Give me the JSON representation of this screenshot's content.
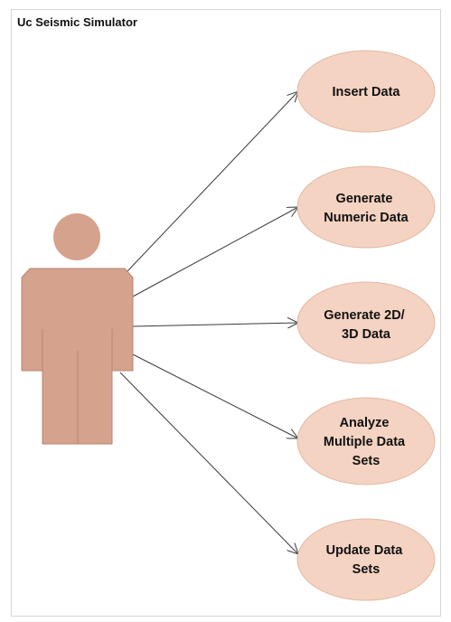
{
  "system_title": "Uc Seismic Simulator",
  "actor": {
    "name": ""
  },
  "use_cases": [
    {
      "lines": [
        "Insert Data"
      ]
    },
    {
      "lines": [
        "Generate",
        "Numeric Data"
      ]
    },
    {
      "lines": [
        "Generate 2D/",
        "3D Data"
      ]
    },
    {
      "lines": [
        "Analyze",
        "Multiple Data",
        "Sets"
      ]
    },
    {
      "lines": [
        "Update Data",
        "Sets"
      ]
    }
  ],
  "colors": {
    "actor_fill": "#d5a28d",
    "actor_stroke": "#b88672",
    "use_case_fill": "#f4d3c2",
    "use_case_stroke": "#e2b9a5",
    "line": "#3a3a3a"
  }
}
